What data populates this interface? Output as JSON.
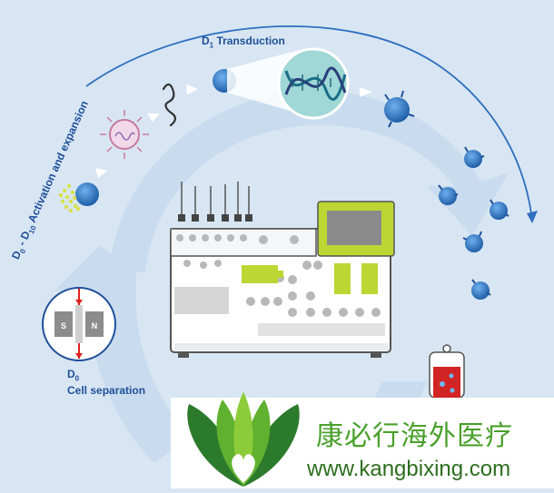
{
  "steps": {
    "transduction": {
      "day": "D",
      "sub": "1",
      "label": "Transduction"
    },
    "activation": {
      "day_start": "D",
      "sub_start": "0",
      "day_end": "D",
      "sub_end": "10",
      "label": "Activation and expansion"
    },
    "separation": {
      "day": "D",
      "sub": "0",
      "label": "Cell separation"
    }
  },
  "magnet": {
    "south": "S",
    "north": "N"
  },
  "banner": {
    "name": "康必行海外医疗",
    "url": "www.kangbixing.com"
  },
  "colors": {
    "background": "#d8e6f3",
    "cycle_arrow": "#c7daee",
    "cell": "#2f7ac9",
    "lime": "#bcd733",
    "label": "#1f4f99",
    "brand_green": "#49a02b"
  }
}
